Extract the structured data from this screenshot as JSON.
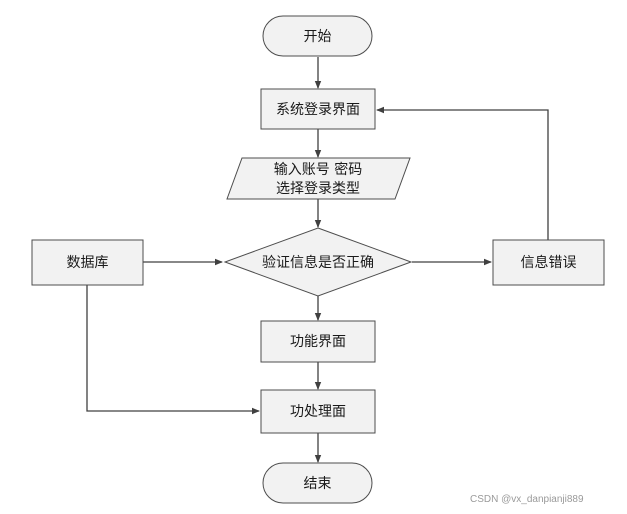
{
  "diagram": {
    "nodes": {
      "start": "开始",
      "login": "系统登录界面",
      "input_line1": "输入账号 密码",
      "input_line2": "选择登录类型",
      "verify": "验证信息是否正确",
      "database": "数据库",
      "error": "信息错误",
      "function": "功能界面",
      "process": "功处理面",
      "end": "结束"
    }
  },
  "watermark": "CSDN @vx_danpianji889"
}
